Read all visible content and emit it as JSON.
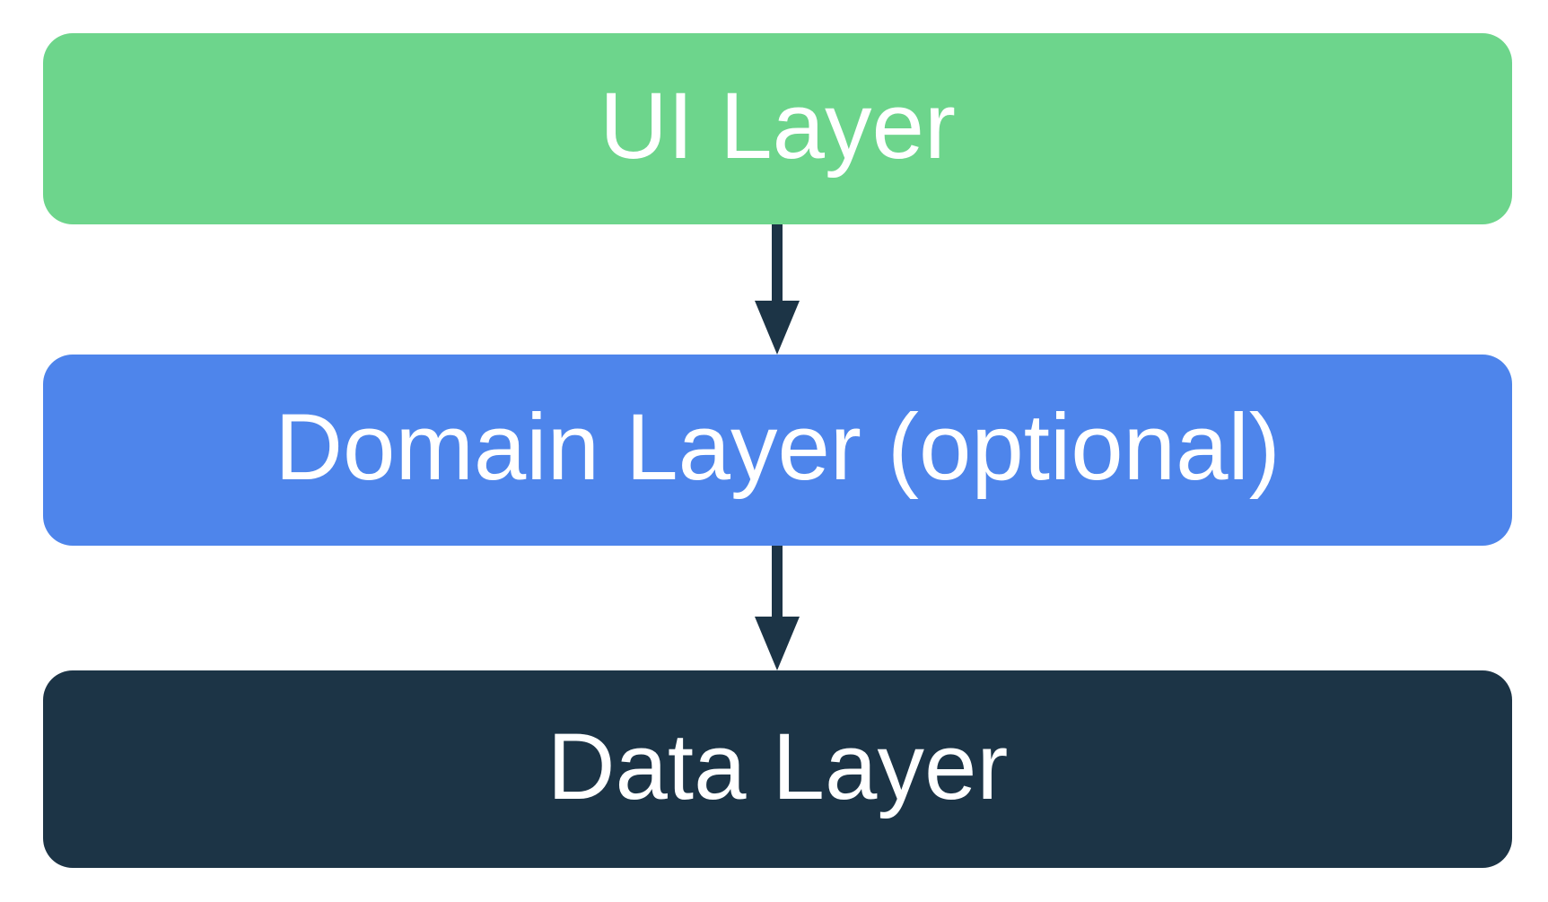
{
  "diagram": {
    "type": "layered-architecture-flow",
    "background_color": "#ffffff",
    "text_color": "#ffffff",
    "arrow_color": "#1C3446",
    "layers": [
      {
        "id": "ui",
        "label": "UI Layer",
        "color": "#6DD58C"
      },
      {
        "id": "domain",
        "label": "Domain Layer (optional)",
        "color": "#4E85EB"
      },
      {
        "id": "data",
        "label": "Data Layer",
        "color": "#1C3446"
      }
    ],
    "connections": [
      {
        "from": "ui",
        "to": "domain",
        "direction": "down"
      },
      {
        "from": "domain",
        "to": "data",
        "direction": "down"
      }
    ]
  }
}
